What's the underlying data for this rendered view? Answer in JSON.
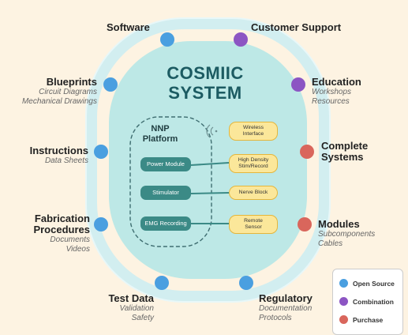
{
  "colors": {
    "open_source": "#4a9fe0",
    "combination": "#8c55c3",
    "purchase": "#d9665c",
    "outer_ring": "#d2eef0",
    "inner_fill": "#bde8e6",
    "title": "#1c5b62",
    "module": "#3b8a86",
    "pill": "#fbe79a"
  },
  "title_line1": "COSMIIC",
  "title_line2": "SYSTEM",
  "nnp": {
    "line1": "NNP",
    "line2": "Platform",
    "wireless_icon": "wireless-signal-icon"
  },
  "modules": [
    {
      "label": "Power Module"
    },
    {
      "label": "Stimulator"
    },
    {
      "label": "EMG Recording"
    }
  ],
  "pills": [
    {
      "line1": "Wireless",
      "line2": "Interface"
    },
    {
      "line1": "High Density",
      "line2": "Stim/Record"
    },
    {
      "line1": "Nerve Block",
      "line2": ""
    },
    {
      "line1": "Remote",
      "line2": "Sensor"
    }
  ],
  "nodes": {
    "software": {
      "title": "Software",
      "color_key": "open_source"
    },
    "customer_support": {
      "title": "Customer Support",
      "color_key": "combination"
    },
    "blueprints": {
      "title": "Blueprints",
      "sub1": "Circuit Diagrams",
      "sub2": "Mechanical Drawings",
      "color_key": "open_source"
    },
    "education": {
      "title": "Education",
      "sub1": "Workshops",
      "sub2": "Resources",
      "color_key": "combination"
    },
    "instructions": {
      "title": "Instructions",
      "sub1": "Data Sheets",
      "color_key": "open_source"
    },
    "complete_systems": {
      "title1": "Complete",
      "title2": "Systems",
      "color_key": "purchase"
    },
    "fabrication": {
      "title1": "Fabrication",
      "title2": "Procedures",
      "sub1": "Documents",
      "sub2": "Videos",
      "color_key": "open_source"
    },
    "modules_node": {
      "title": "Modules",
      "sub1": "Subcomponents",
      "sub2": "Cables",
      "color_key": "purchase"
    },
    "test_data": {
      "title": "Test Data",
      "sub1": "Validation",
      "sub2": "Safety",
      "color_key": "open_source"
    },
    "regulatory": {
      "title": "Regulatory",
      "sub1": "Documentation",
      "sub2": "Protocols",
      "color_key": "open_source"
    }
  },
  "legend": [
    {
      "label": "Open Source",
      "color_key": "open_source"
    },
    {
      "label": "Combination",
      "color_key": "combination"
    },
    {
      "label": "Purchase",
      "color_key": "purchase"
    }
  ]
}
